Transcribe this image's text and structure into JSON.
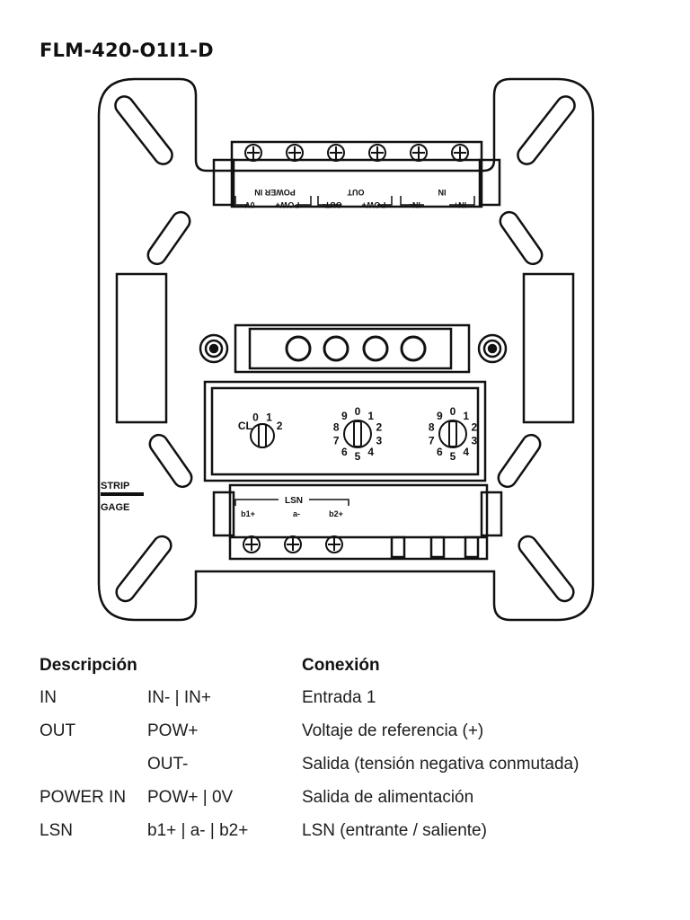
{
  "title": "FLM-420-O1I1-D",
  "diagram": {
    "top_labels": {
      "power_in": "POWER IN",
      "out": "OUT",
      "in": "IN",
      "terminals": [
        "0V",
        "POW+",
        "OUT-",
        "POW+",
        "IN-",
        "IN+"
      ]
    },
    "switch_dials": {
      "dial1": [
        "CL",
        "0",
        "1",
        "2"
      ],
      "dial2": [
        "9",
        "0",
        "1",
        "2",
        "3",
        "4",
        "5",
        "6",
        "7",
        "8"
      ],
      "dial3": [
        "9",
        "0",
        "1",
        "2",
        "3",
        "4",
        "5",
        "6",
        "7",
        "8"
      ]
    },
    "bottom_labels": {
      "lsn": "LSN",
      "terminals": [
        "b1+",
        "a-",
        "b2+"
      ]
    },
    "strip_gage": [
      "STRIP",
      "GAGE"
    ]
  },
  "table": {
    "headers": [
      "Descripción",
      "",
      "Conexión"
    ],
    "rows": [
      [
        "IN",
        "IN- | IN+",
        "Entrada 1"
      ],
      [
        "OUT",
        "POW+",
        "Voltaje de referencia (+)"
      ],
      [
        "",
        "OUT-",
        "Salida (tensión negativa conmutada)"
      ],
      [
        "POWER IN",
        "POW+ | 0V",
        "Salida de alimentación"
      ],
      [
        "LSN",
        "b1+ | a- | b2+",
        "LSN (entrante / saliente)"
      ]
    ]
  }
}
